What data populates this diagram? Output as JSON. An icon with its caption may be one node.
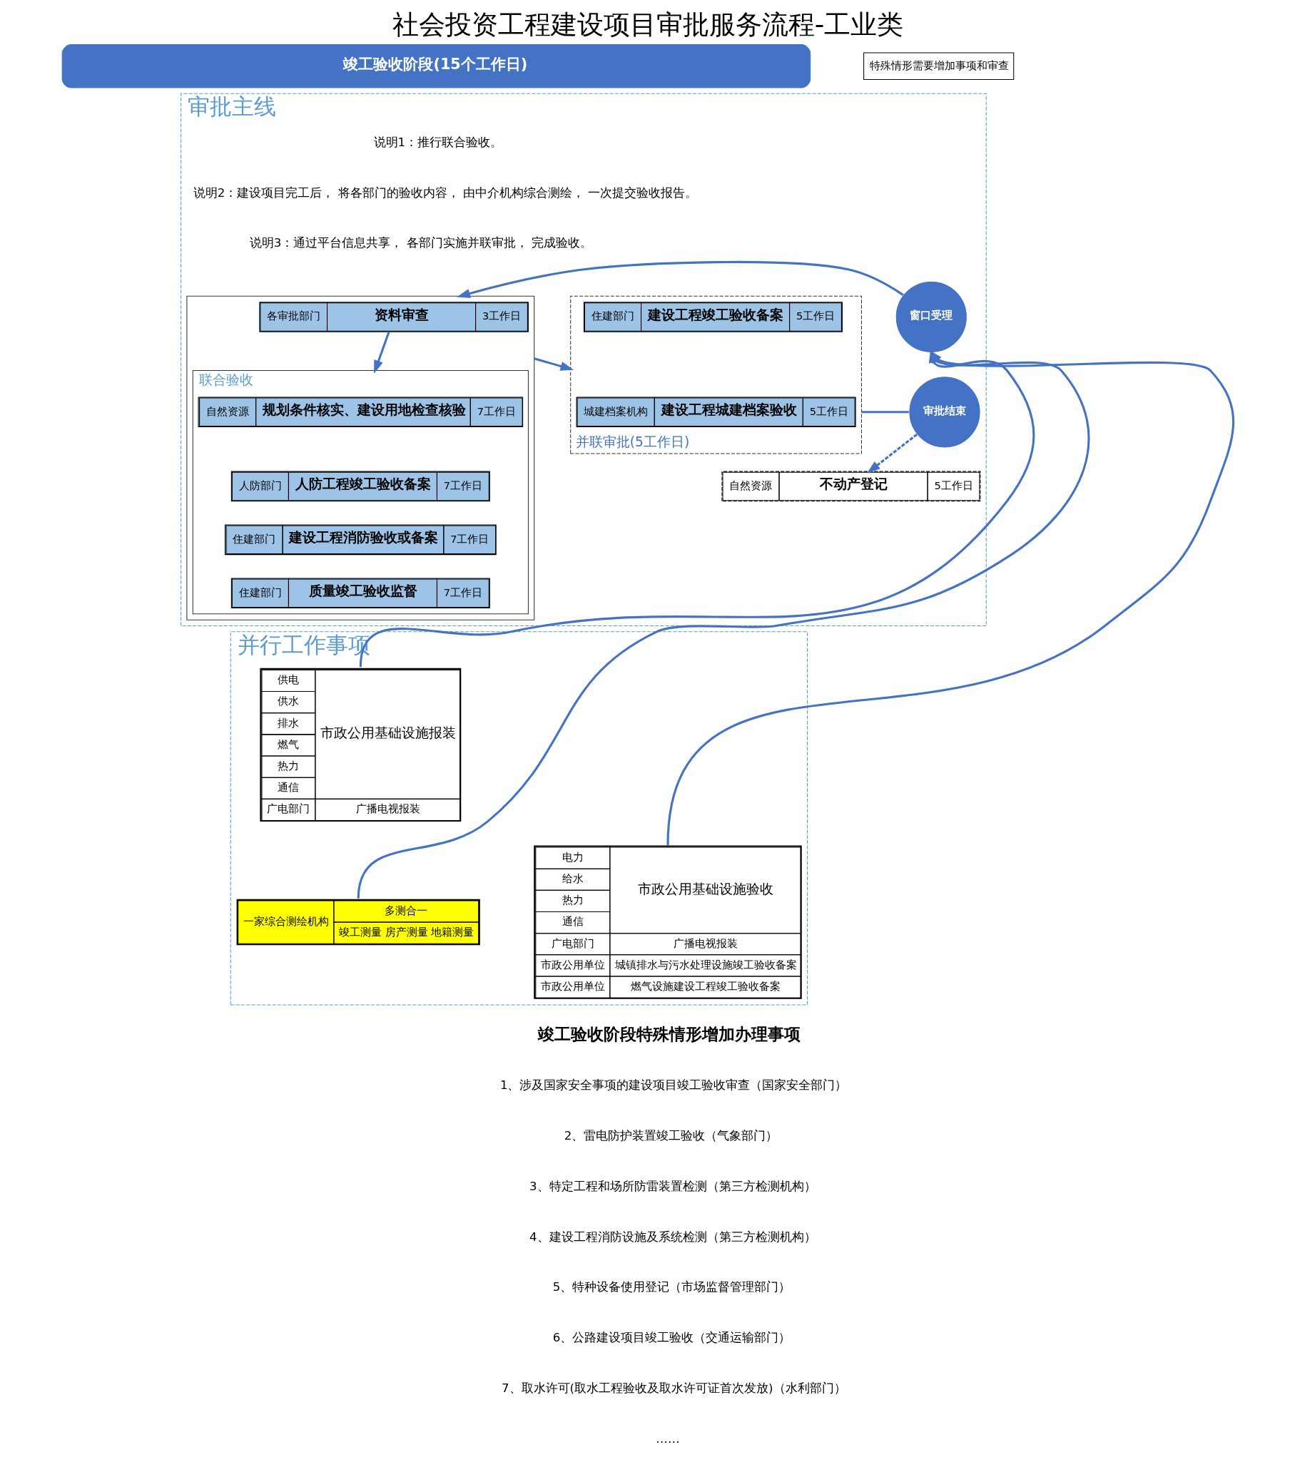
{
  "diagram": {
    "title": "社会投资工程建设项目审批服务流程-工业类",
    "nodes": [
      {
        "text": [
          "竣工验收阶段(15个工作日)"
        ]
      },
      {
        "text": [
          "审批主线"
        ]
      },
      {
        "text": [],
        "shape": "box",
        "in": 1
      },
      {
        "text": [
          "各审批部门",
          "资料审查",
          "3工作日"
        ],
        "in": 2
      },
      {
        "text": [
          "联合验收"
        ],
        "in": 2
      },
      {
        "text": [
          "自然资源",
          "规划条件核实、建设用地检查核验",
          "7工作日"
        ],
        "in": 4
      },
      {
        "text": [
          "人防部门",
          "人防工程竣工验收备案",
          "7工作日"
        ],
        "in": 4
      },
      {
        "text": [
          "住建部门",
          "建设工程消防验收或备案",
          "7工作日"
        ],
        "in": 4
      },
      {
        "text": [
          "住建部门",
          "质量竣工验收监督",
          "7工作日"
        ],
        "in": 4
      },
      {
        "text": [
          "窗口受理"
        ],
        "in": 1
      },
      {
        "text": [
          "并联审批(5工作日)"
        ],
        "in": 1
      },
      {
        "text": [
          "住建部门",
          "建设工程竣工验收备案",
          "5工作日"
        ],
        "in": 10
      },
      {
        "text": [
          "城建档案机构",
          "建设工程城建档案验收",
          "5工作日"
        ],
        "in": 10
      },
      {
        "text": [
          "审批结束"
        ],
        "in": 1
      },
      {
        "text": [
          "自然资源",
          "不动产登记",
          "5工作日"
        ],
        "in": 1
      },
      {
        "text": [
          "并行工作事项"
        ]
      },
      {
        "text": [
          "供电",
          "供水",
          "排水",
          "燃气",
          "热力",
          "通信",
          "市政公用基础设施报装",
          "广电部门",
          "广播电视报装"
        ],
        "in": 15
      },
      {
        "text": [
          "一家综合测绘机构",
          "多测合一",
          "竣工测量 房产测量 地籍测量"
        ],
        "in": 15
      },
      {
        "text": [
          "电力",
          "给水",
          "热力",
          "通信",
          "市政公用基础设施验收",
          "广电部门",
          "广播电视报装",
          "市政公用单位",
          "城镇排水与污水处理设施竣工验收备案",
          "市政公用单位",
          "燃气设施建设工程竣工验收备案"
        ],
        "in": 15
      },
      {
        "text": [
          "特殊情形需要增加事项和审查"
        ]
      }
    ],
    "edges": [
      {
        "from": 16,
        "to": 9,
        "arrow": "to"
      },
      {
        "from": 18,
        "to": 9,
        "arrow": "to"
      },
      {
        "from": 17,
        "to": 9,
        "arrow": "to"
      },
      {
        "from": 9,
        "to": 2,
        "arrow": "to"
      },
      {
        "from": 3,
        "to": 4,
        "arrow": "to"
      },
      {
        "from": 2,
        "to": 10,
        "arrow": "to"
      },
      {
        "from": 10,
        "to": 13,
        "arrow": "none"
      },
      {
        "from": 13,
        "to": 14,
        "arrow": "to",
        "style": "dashed"
      }
    ],
    "labels": [
      "说明1：推行联合验收。",
      "说明2：建设项目完工后， 将各部门的验收内容， 由中介机构综合测绘， 一次提交验收报告。",
      "说明3：通过平台信息共享， 各部门实施并联审批， 完成验收。",
      "竣工验收阶段特殊情形增加办理事项",
      "1、涉及国家安全事项的建设项目竣工验收审查（国家安全部门）",
      "2、雷电防护装置竣工验收（气象部门）",
      "3、特定工程和场所防雷装置检测（第三方检测机构）",
      "4、建设工程消防设施及系统检测（第三方检测机构）",
      "5、特种设备使用登记（市场监督管理部门）",
      "6、公路建设项目竣工验收（交通运输部门）",
      "7、取水许可(取水工程验收及取水许可证首次发放)（水利部门）",
      "……"
    ]
  }
}
